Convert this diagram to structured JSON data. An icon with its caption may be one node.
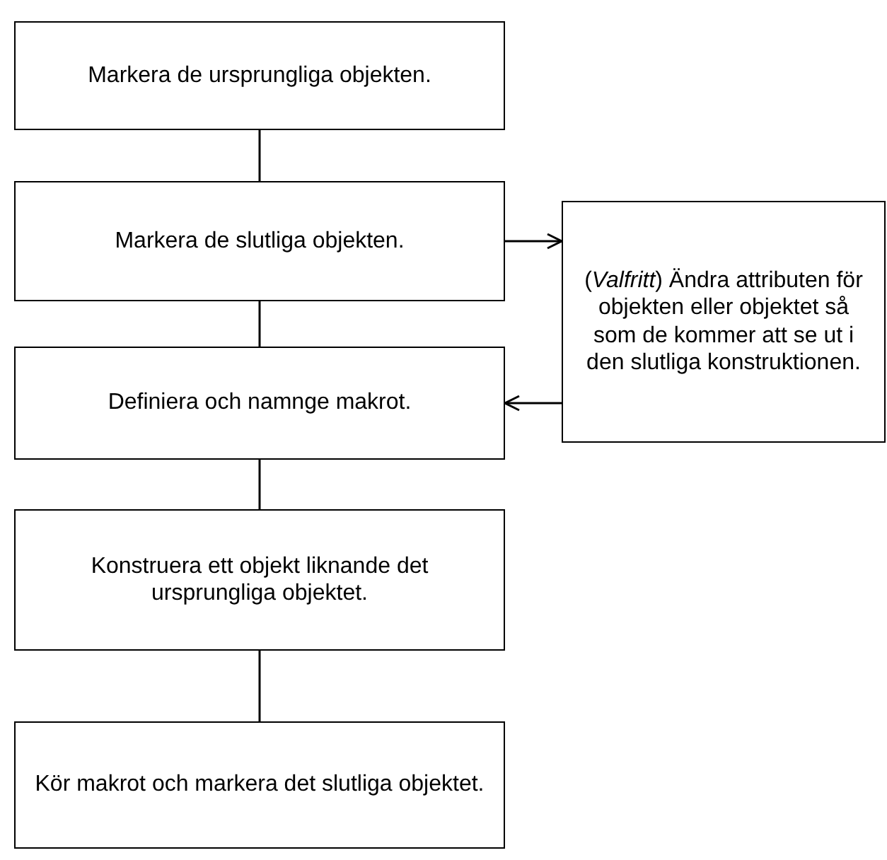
{
  "diagram": {
    "nodes": [
      {
        "text": [
          "Markera de ursprungliga objekten."
        ]
      },
      {
        "text": [
          "Markera de slutliga objekten."
        ]
      },
      {
        "text": [
          "(*Valfritt*) Ändra attributen för objekten eller objektet så som de kommer att se ut i den slutliga konstruktionen."
        ]
      },
      {
        "text": [
          "Definiera och namnge makrot."
        ]
      },
      {
        "text": [
          "Konstruera ett objekt liknande det ursprungliga objektet."
        ]
      },
      {
        "text": [
          "Kör makrot och markera det slutliga objektet."
        ]
      }
    ],
    "edges": [
      {
        "from": 0,
        "to": 1,
        "arrow": "none"
      },
      {
        "from": 1,
        "to": 3,
        "arrow": "none"
      },
      {
        "from": 1,
        "to": 2,
        "arrow": "to"
      },
      {
        "from": 2,
        "to": 3,
        "arrow": "to"
      },
      {
        "from": 3,
        "to": 4,
        "arrow": "none"
      },
      {
        "from": 4,
        "to": 5,
        "arrow": "none"
      }
    ]
  }
}
